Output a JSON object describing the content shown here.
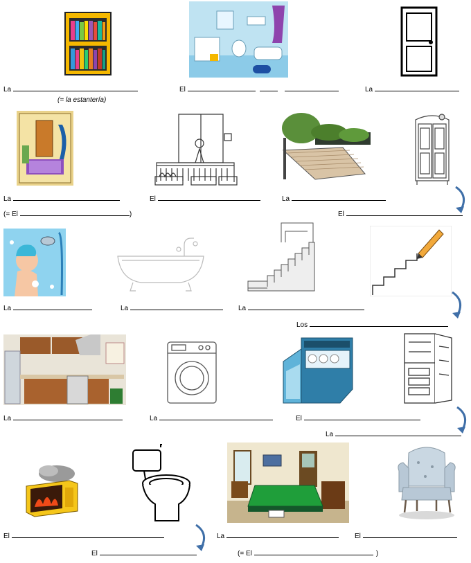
{
  "rows": [
    {
      "labels": [
        "La",
        "El",
        "La"
      ],
      "note": "(= la estantería)"
    },
    {
      "labels": [
        "La",
        "El",
        "La",
        "El"
      ],
      "extra": [
        "(= El",
        ")"
      ]
    },
    {
      "labels": [
        "La",
        "La",
        "La",
        "Los"
      ]
    },
    {
      "labels": [
        "La",
        "La",
        "El",
        "La"
      ]
    },
    {
      "labels": [
        "El",
        "El",
        "La",
        "El"
      ],
      "extra": [
        "(= El",
        ")"
      ]
    }
  ],
  "pictures": [
    "bookshelf-icon",
    "bathroom-icon",
    "door-icon",
    "entrance-hall-icon",
    "balcony-icon",
    "terrace-icon",
    "wardrobe-icon",
    "shower-icon",
    "bathtub-icon",
    "staircase-icon",
    "steps-drawing-icon",
    "kitchen-icon",
    "washing-machine-icon",
    "dishwasher-icon",
    "fridge-icon",
    "microwave-icon",
    "toilet-icon",
    "bedroom-icon",
    "armchair-icon"
  ],
  "colors": {
    "arrow": "#3f6fa8",
    "line": "#000000"
  }
}
